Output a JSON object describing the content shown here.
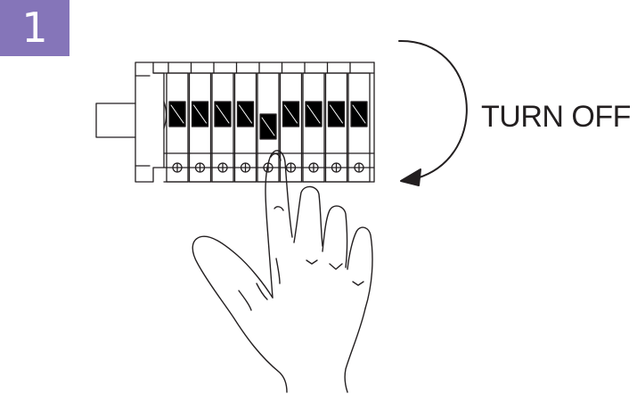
{
  "step": {
    "number": "1",
    "badge_color": "#8575b9"
  },
  "instruction": {
    "label": "TURN OFF"
  },
  "illustration": {
    "subject": "breaker-panel",
    "action": "hand-pressing-breaker",
    "arrow": "curved-clockwise-arrow"
  },
  "colors": {
    "line": "#231f20",
    "fill": "#000000"
  }
}
